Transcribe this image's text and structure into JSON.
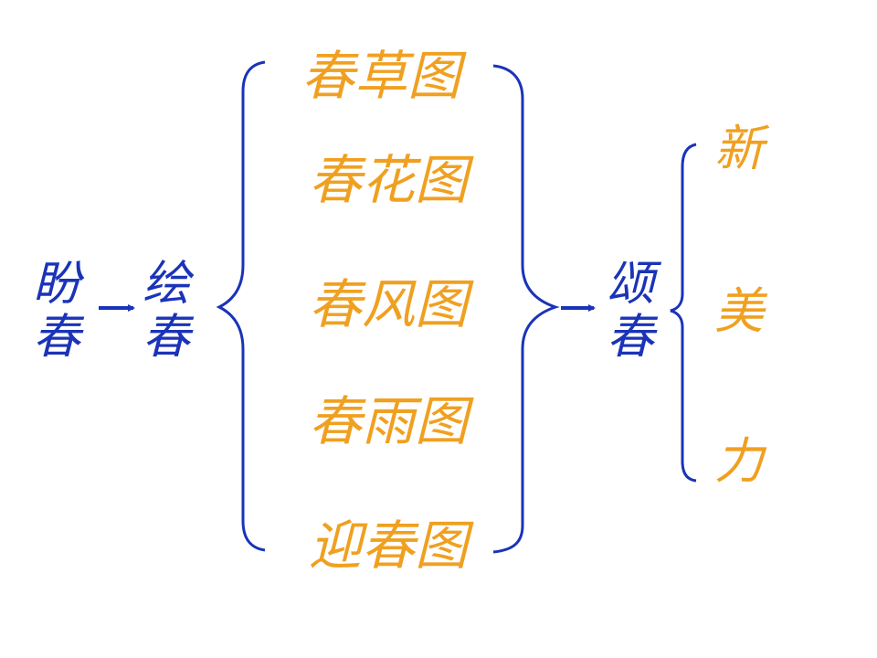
{
  "colors": {
    "primary": "#1a33b8",
    "accent": "#f0a020"
  },
  "stages": [
    {
      "id": "pan",
      "line1": "盼",
      "line2": "春"
    },
    {
      "id": "hui",
      "line1": "绘",
      "line2": "春"
    },
    {
      "id": "song",
      "line1": "颂",
      "line2": "春"
    }
  ],
  "paintings": [
    "春草图",
    "春花图",
    "春风图",
    "春雨图",
    "迎春图"
  ],
  "qualities": [
    "新",
    "美",
    "力"
  ]
}
